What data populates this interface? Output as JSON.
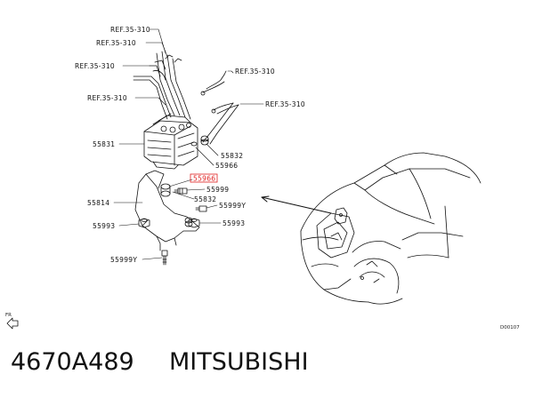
{
  "callouts": {
    "ref_1": "REF.35-310",
    "ref_2": "REF.35-310",
    "ref_3": "REF.35-310",
    "ref_4": "REF.35-310",
    "ref_5": "REF.35-310",
    "ref_6": "REF.35-310",
    "p55831": "55831",
    "p55832_a": "55832",
    "p55966_a": "55966",
    "p55966_highlight": "55966",
    "p55999": "55999",
    "p55814": "55814",
    "p55832_b": "55832",
    "p55999Y_a": "55999Y",
    "p55993_a": "55993",
    "p55993_b": "55993",
    "p55999Y_b": "55999Y"
  },
  "front_marker": "FR",
  "diagram_code": "D00107",
  "caption": {
    "part_number": "4670A489",
    "brand": "MITSUBISHI"
  },
  "colors": {
    "highlight": "#e02020",
    "line": "#111111"
  }
}
